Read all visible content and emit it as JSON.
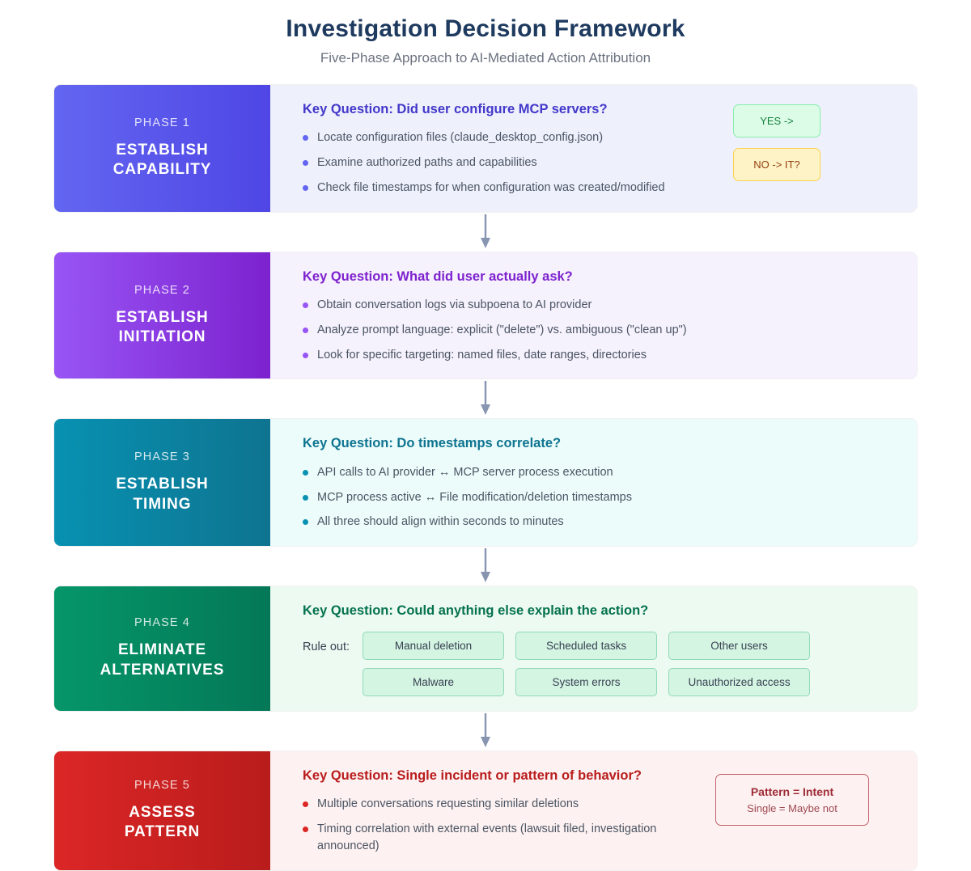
{
  "header": {
    "title": "Investigation Decision Framework",
    "subtitle": "Five-Phase Approach to AI-Mediated Action Attribution"
  },
  "colors": {
    "title": "#1e3a5f",
    "subtitle": "#6b7280",
    "connector": "#8795b0"
  },
  "connector_icon": "arrow-down-icon",
  "phases": [
    {
      "number": "PHASE 1",
      "title_line1": "ESTABLISH",
      "title_line2": "CAPABILITY",
      "key_question": "Key Question: Did user configure MCP servers?",
      "accent": "#4f46e5",
      "accent_light": "#6366f1",
      "body_bg": "#eef0fc",
      "question_color": "#4338ca",
      "dot_color": "#6366f1",
      "bullets": [
        "Locate configuration files (claude_desktop_config.json)",
        "Examine authorized paths and capabilities",
        "Check file timestamps for when configuration was created/modified"
      ],
      "badges": [
        {
          "label": "YES ->",
          "kind": "yes"
        },
        {
          "label": "NO -> IT?",
          "kind": "no"
        }
      ]
    },
    {
      "number": "PHASE 2",
      "title_line1": "ESTABLISH",
      "title_line2": "INITIATION",
      "key_question": "Key Question: What did user actually ask?",
      "accent": "#7c22ce",
      "accent_light": "#9855f5",
      "body_bg": "#f5f1fd",
      "question_color": "#7e22ce",
      "dot_color": "#9855f5",
      "bullets": [
        "Obtain conversation logs via subpoena to AI provider",
        "Analyze prompt language: explicit (\"delete\") vs. ambiguous (\"clean up\")",
        "Look for specific targeting: named files, date ranges, directories"
      ],
      "badges": []
    },
    {
      "number": "PHASE 3",
      "title_line1": "ESTABLISH",
      "title_line2": "TIMING",
      "key_question": "Key Question: Do timestamps correlate?",
      "accent": "#0e7490",
      "accent_light": "#0891b2",
      "body_bg": "#ecfcfb",
      "question_color": "#0e7490",
      "dot_color": "#0891b2",
      "bullets": [
        "API calls to AI provider  ↔  MCP server process execution",
        "MCP process active  ↔  File modification/deletion timestamps",
        "All three should align within seconds to minutes"
      ],
      "badges": []
    },
    {
      "number": "PHASE 4",
      "title_line1": "ELIMINATE",
      "title_line2": "ALTERNATIVES",
      "key_question": "Key Question: Could anything else explain the action?",
      "accent": "#047857",
      "accent_light": "#059669",
      "body_bg": "#edfaf2",
      "question_color": "#05724f",
      "dot_color": "#059669",
      "bullets": [],
      "ruleout_label": "Rule out:",
      "ruleout_items": [
        "Manual deletion",
        "Scheduled tasks",
        "Other users",
        "Malware",
        "System errors",
        "Unauthorized access"
      ],
      "badges": []
    },
    {
      "number": "PHASE 5",
      "title_line1": "ASSESS",
      "title_line2": "PATTERN",
      "key_question": "Key Question: Single incident or pattern of behavior?",
      "accent": "#b91c1c",
      "accent_light": "#dc2626",
      "body_bg": "#fdf1f1",
      "question_color": "#b91c1c",
      "dot_color": "#dc2626",
      "bullets": [
        "Multiple conversations requesting similar deletions",
        "Timing correlation with external events (lawsuit filed, investigation announced)"
      ],
      "conclusion": {
        "main": "Pattern = Intent",
        "sub": "Single = Maybe not"
      },
      "badges": []
    }
  ]
}
